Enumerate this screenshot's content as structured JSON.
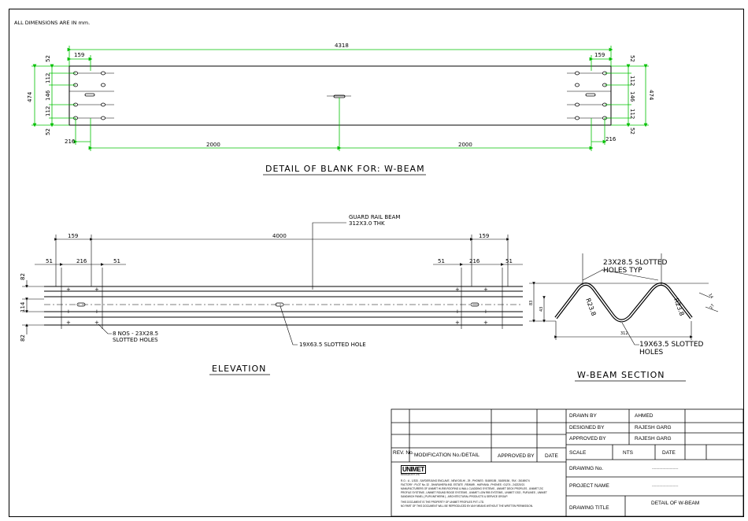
{
  "note": "ALL DIMENSIONS ARE IN mm.",
  "blank": {
    "title": "DETAIL OF BLANK FOR: W-BEAM",
    "dims": {
      "overall_length": "4318",
      "end_offset_left": "159",
      "end_offset_right": "159",
      "overall_height_left": "474",
      "overall_height_right": "474",
      "edge_top_left": "52",
      "row_gap1_left": "112",
      "row_gap2_left": "146",
      "row_gap3_left": "112",
      "edge_bottom_left": "52",
      "edge_top_right": "52",
      "row_gap1_right": "112",
      "row_gap2_right": "146",
      "row_gap3_right": "112",
      "edge_bottom_right": "52",
      "hole_pitch_left": "216",
      "hole_pitch_right": "216",
      "span_left": "2000",
      "span_right": "2000"
    }
  },
  "elevation": {
    "title": "ELEVATION",
    "beam_label_line1": "GUARD RAIL BEAM",
    "beam_label_line2": "312X3.0 THK",
    "dims": {
      "left_offset": "159",
      "span": "4000",
      "right_offset": "159",
      "left_a": "51",
      "left_b": "216",
      "left_c": "51",
      "right_a": "51",
      "right_b": "216",
      "right_c": "51",
      "height_top": "82",
      "height_mid": "114",
      "height_bottom": "82"
    },
    "note_holes_line1": "8 NOS - 23X28.5",
    "note_holes_line2": "SLOTTED HOLES",
    "note_center_hole": "19X63.5 SLOTTED HOLE"
  },
  "section": {
    "title": "W-BEAM SECTION",
    "note_top_line1": "23X28.5 SLOTTED",
    "note_top_line2": "HOLES TYP",
    "note_bottom_line1": "19X63.5 SLOTTED",
    "note_bottom_line2": "HOLES",
    "radius_left": "R23.8",
    "radius_right": "R23.8",
    "dim_height": "83",
    "dim_inner": "43",
    "dim_width": "312",
    "dim_edge_a": "14",
    "dim_edge_b": "27"
  },
  "title_block": {
    "rev_label": "REV. No.",
    "modification_label": "MODIFICATION No./DETAIL",
    "approved_by_label": "APPROVED BY",
    "date_label": "DATE",
    "drawn_by_label": "DRAWN BY",
    "drawn_by_value": "AHMED",
    "designed_by_label": "DESIGNED BY",
    "designed_by_value": "RAJESH GARG",
    "approved_by_row_label": "APPROVED BY",
    "approved_by_value": "RAJESH GARG",
    "scale_label": "SCALE",
    "scale_value": "NTS",
    "date_row_label": "DATE",
    "drawing_no_label": "DRAWING No.",
    "drawing_no_value": "-------------------------",
    "project_name_label": "PROJECT NAME",
    "project_name_value": "-------------------------",
    "drawing_title_label": "DRAWING TITLE",
    "drawing_title_value": "DETAIL OF W-BEAM",
    "logo_text": "UNIMET",
    "logo_subtext": "PROFILES PVT. LTD.",
    "company_lines": [
      "R.O. : A - 1/333 , SAFDERJUNG ENCLAVE , NEW DELHI - 29 , PHONES : 51659155 , 51659156 , FAX : 26169074",
      "FACTORY : PLOT No. 32 , DHARUHERA IND. ESTATE , REWARI , HARYANA , PHONES : 01274 - 242220/21",
      "MANUFACTURERS OF UNIMET HI-RIB ROOFING & WALL CLADDING SYSTEMS , UNIMET DECK PROFILES , UNIMET Z/C",
      "PROFILE SYSTEMS , UNIMET ROUND RIDGE SYSTEMS , UNIMET LOW RIB SYSTEMS , UNIMET GSO , PURLINES , UNIMET",
      "SANDWICH PANEL ( PUF/UNITHERM ) , ARCHITECTURAL PRODUCTS & SERVICE GROUP.",
      "THIS DOCUMENT IS THE PROPERTY OF UNIMET PROFILES PVT. LTD.",
      "NO PART OF THIS DOCUMENT WILL BE REPRODUCED BY ANY MEANS WITHOUT THE WRITTEN PERMISSION."
    ]
  },
  "colors": {
    "dimension_green": "#00c000",
    "line": "#000000"
  }
}
